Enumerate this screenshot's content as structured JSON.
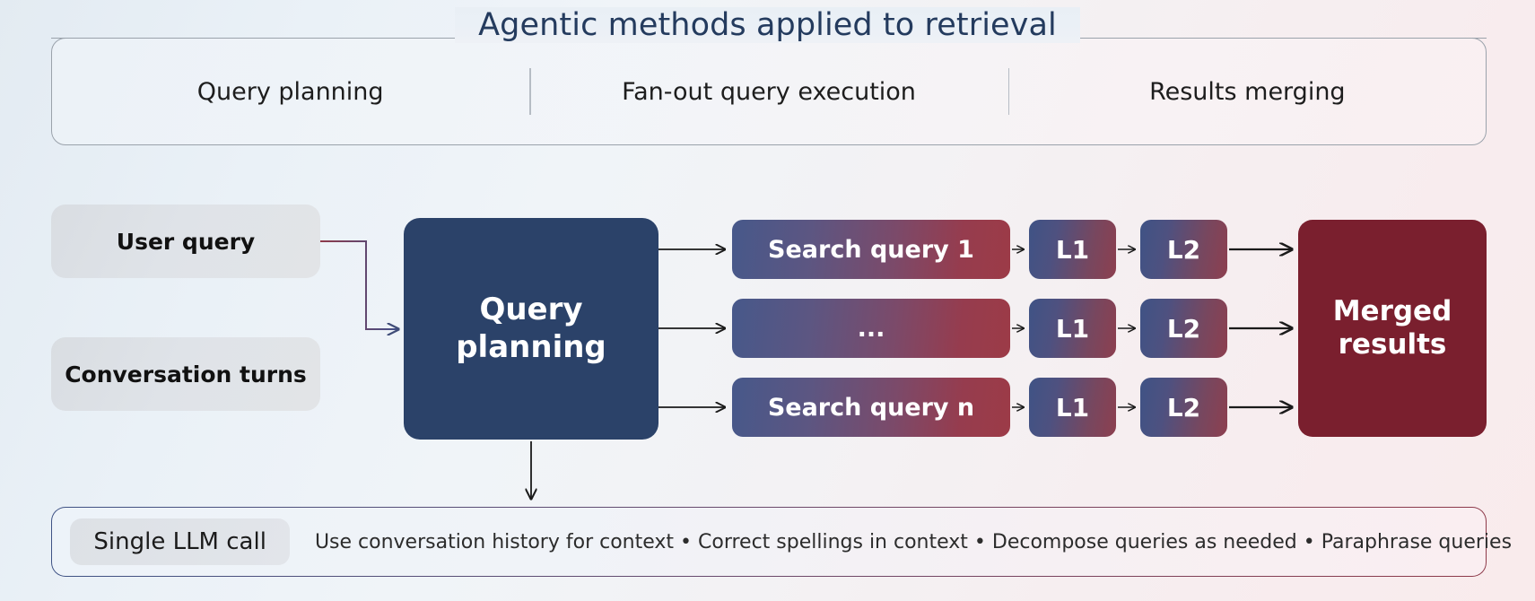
{
  "header": {
    "title": "Agentic methods applied to retrieval",
    "columns": [
      {
        "label": "Query planning"
      },
      {
        "label": "Fan-out query execution"
      },
      {
        "label": "Results merging"
      }
    ]
  },
  "flow": {
    "inputs": [
      {
        "label": "User query"
      },
      {
        "label": "Conversation turns"
      }
    ],
    "planner": {
      "label": "Query\nplanning"
    },
    "planner_line1": "Query",
    "planner_line2": "planning",
    "rows": [
      {
        "query": "Search query 1",
        "l1": "L1",
        "l2": "L2"
      },
      {
        "query": "...",
        "l1": "L1",
        "l2": "L2"
      },
      {
        "query": "Search query n",
        "l1": "L1",
        "l2": "L2"
      }
    ],
    "merged_line1": "Merged",
    "merged_line2": "results"
  },
  "bottom": {
    "pill_label": "Single LLM call",
    "details": "Use conversation history for context  •  Correct spellings in context  •  Decompose queries as needed  •  Paraphrase queries"
  },
  "colors": {
    "navy": "#2b4269",
    "maroon": "#7a1f2e",
    "gradient_start": "#3f5385",
    "gradient_end": "#9c3b47",
    "panel_border": "#9aa2ab",
    "arrow": "#1a1a1a"
  }
}
